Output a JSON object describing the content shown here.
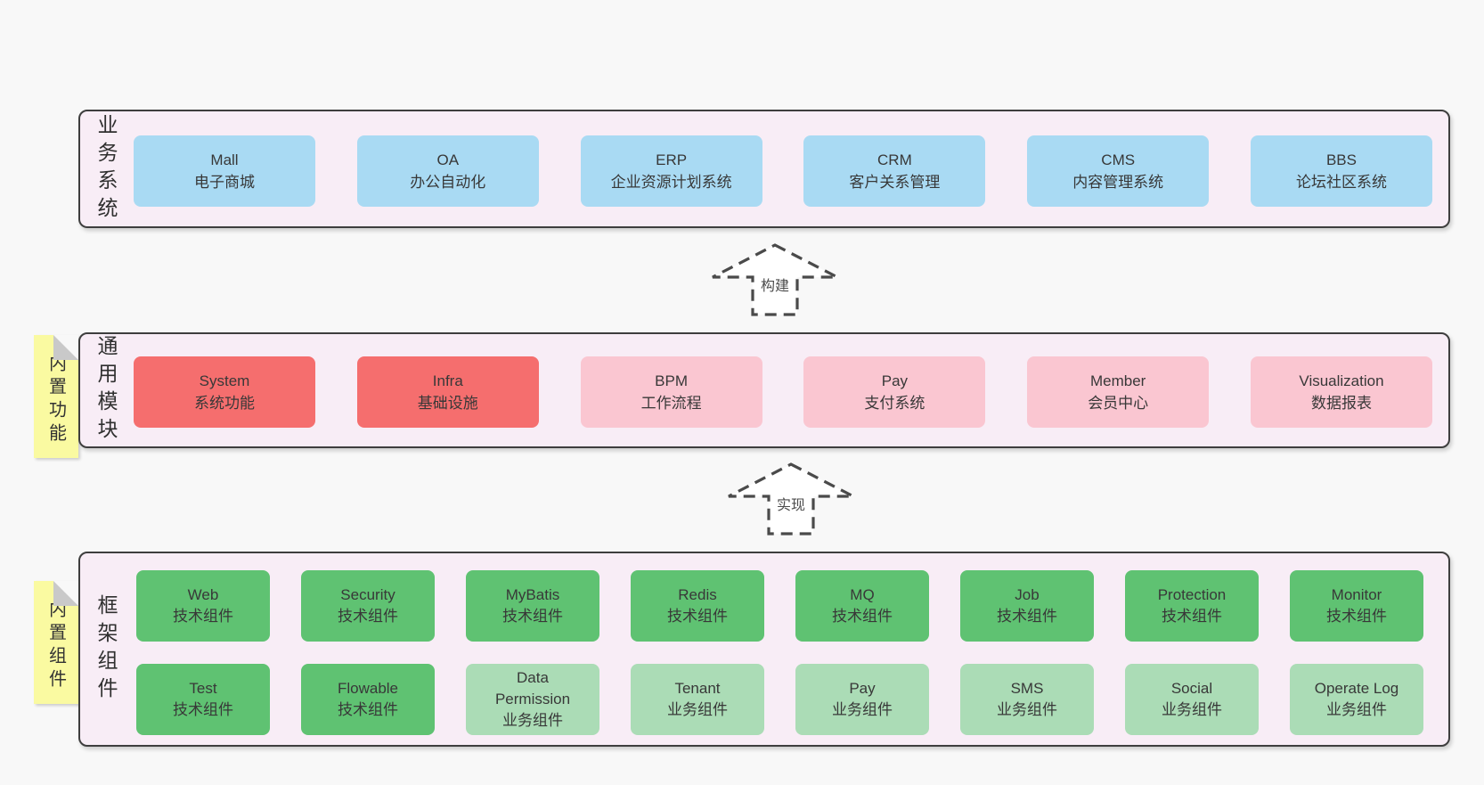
{
  "colors": {
    "page_background": "#f8f8f8",
    "panel_background": "#f8edf6",
    "panel_border": "#3e3e3e",
    "business_box": "#a9daf3",
    "core_module_box": "#f56e6e",
    "optional_module_box": "#fac6d1",
    "tech_component_box": "#5fc272",
    "biz_component_box": "#abdcb6",
    "sticky_note": "#fafaa1",
    "sticky_fold": "#c9c9c9",
    "text": "#3a3a3a"
  },
  "stickies": [
    {
      "label": "内置功能"
    },
    {
      "label": "内置组件"
    }
  ],
  "arrows": [
    {
      "label": "构建"
    },
    {
      "label": "实现"
    }
  ],
  "sections": [
    {
      "side_label": "业务系统",
      "boxes": [
        {
          "name": "Mall",
          "desc": "电子商城",
          "variant": "blue"
        },
        {
          "name": "OA",
          "desc": "办公自动化",
          "variant": "blue"
        },
        {
          "name": "ERP",
          "desc": "企业资源计划系统",
          "variant": "blue"
        },
        {
          "name": "CRM",
          "desc": "客户关系管理",
          "variant": "blue"
        },
        {
          "name": "CMS",
          "desc": "内容管理系统",
          "variant": "blue"
        },
        {
          "name": "BBS",
          "desc": "论坛社区系统",
          "variant": "blue"
        }
      ]
    },
    {
      "side_label": "通用模块",
      "boxes": [
        {
          "name": "System",
          "desc": "系统功能",
          "variant": "red"
        },
        {
          "name": "Infra",
          "desc": "基础设施",
          "variant": "red"
        },
        {
          "name": "BPM",
          "desc": "工作流程",
          "variant": "pink"
        },
        {
          "name": "Pay",
          "desc": "支付系统",
          "variant": "pink"
        },
        {
          "name": "Member",
          "desc": "会员中心",
          "variant": "pink"
        },
        {
          "name": "Visualization",
          "desc": "数据报表",
          "variant": "pink"
        }
      ]
    },
    {
      "side_label": "框架组件",
      "boxes": [
        {
          "name": "Web",
          "desc": "技术组件",
          "variant": "green"
        },
        {
          "name": "Security",
          "desc": "技术组件",
          "variant": "green"
        },
        {
          "name": "MyBatis",
          "desc": "技术组件",
          "variant": "green"
        },
        {
          "name": "Redis",
          "desc": "技术组件",
          "variant": "green"
        },
        {
          "name": "MQ",
          "desc": "技术组件",
          "variant": "green"
        },
        {
          "name": "Job",
          "desc": "技术组件",
          "variant": "green"
        },
        {
          "name": "Protection",
          "desc": "技术组件",
          "variant": "green"
        },
        {
          "name": "Monitor",
          "desc": "技术组件",
          "variant": "green"
        },
        {
          "name": "Test",
          "desc": "技术组件",
          "variant": "green"
        },
        {
          "name": "Flowable",
          "desc": "技术组件",
          "variant": "green"
        },
        {
          "name": "Data Permission",
          "desc": "业务组件",
          "variant": "lightgreen"
        },
        {
          "name": "Tenant",
          "desc": "业务组件",
          "variant": "lightgreen"
        },
        {
          "name": "Pay",
          "desc": "业务组件",
          "variant": "lightgreen"
        },
        {
          "name": "SMS",
          "desc": "业务组件",
          "variant": "lightgreen"
        },
        {
          "name": "Social",
          "desc": "业务组件",
          "variant": "lightgreen"
        },
        {
          "name": "Operate Log",
          "desc": "业务组件",
          "variant": "lightgreen"
        }
      ]
    }
  ]
}
